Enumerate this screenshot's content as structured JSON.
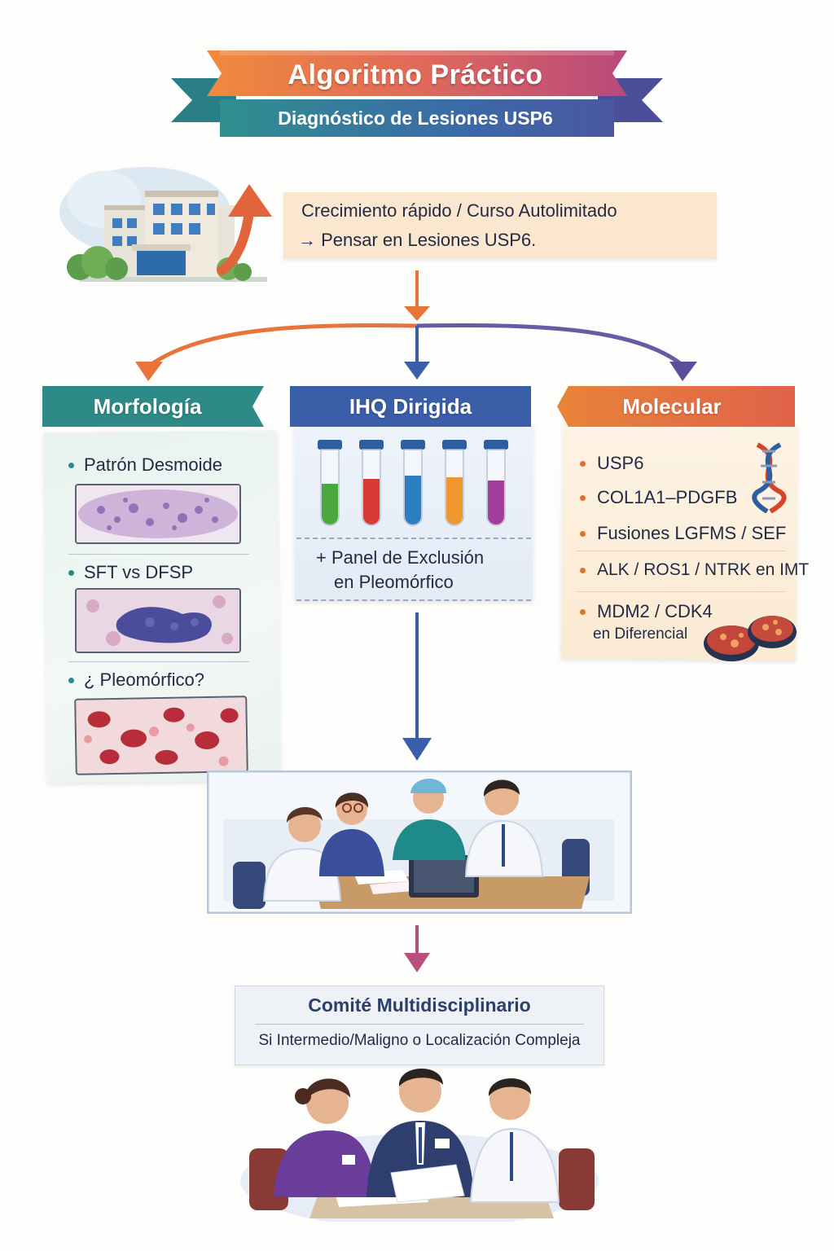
{
  "banner": {
    "title": "Algoritmo Práctico",
    "subtitle": "Diagnóstico de Lesiones USP6"
  },
  "intro": {
    "line1": "Crecimiento rápido / Curso Autolimitado",
    "line2": "→ Pensar en Lesiones USP6."
  },
  "columns": {
    "morfologia": {
      "title": "Morfología",
      "items": [
        "Patrón Desmoide",
        "SFT vs DFSP",
        "¿ Pleomórfico?"
      ]
    },
    "ihq": {
      "title": "IHQ Dirigida",
      "note_line1": "+ Panel de Exclusión",
      "note_line2": "en Pleomórfico"
    },
    "molecular": {
      "title": "Molecular",
      "items": [
        "USP6",
        "COL1A1–PDGFB",
        "Fusiones LGFMS / SEF",
        "ALK / ROS1 / NTRK en IMT"
      ],
      "last_item_line1": "MDM2 / CDK4",
      "last_item_line2": "en Diferencial"
    }
  },
  "result": {
    "title": "Comité Multidisciplinario",
    "subtitle": "Si Intermedio/Maligno o Localización Compleja"
  },
  "colors": {
    "orange": "#e8743b",
    "teal": "#2e8a8a",
    "blue": "#3a5ea8",
    "purple": "#6a4e9a",
    "magenta": "#b84f7c"
  },
  "icons": {
    "building": "hospital-building-icon",
    "growth_arrow": "growth-arrow-icon",
    "test_tubes": "test-tubes-icon",
    "dna": "dna-helix-icon",
    "petri": "tissue-sample-dishes-icon",
    "team": "medical-team-discussion-illustration",
    "committee": "multidisciplinary-committee-illustration"
  }
}
